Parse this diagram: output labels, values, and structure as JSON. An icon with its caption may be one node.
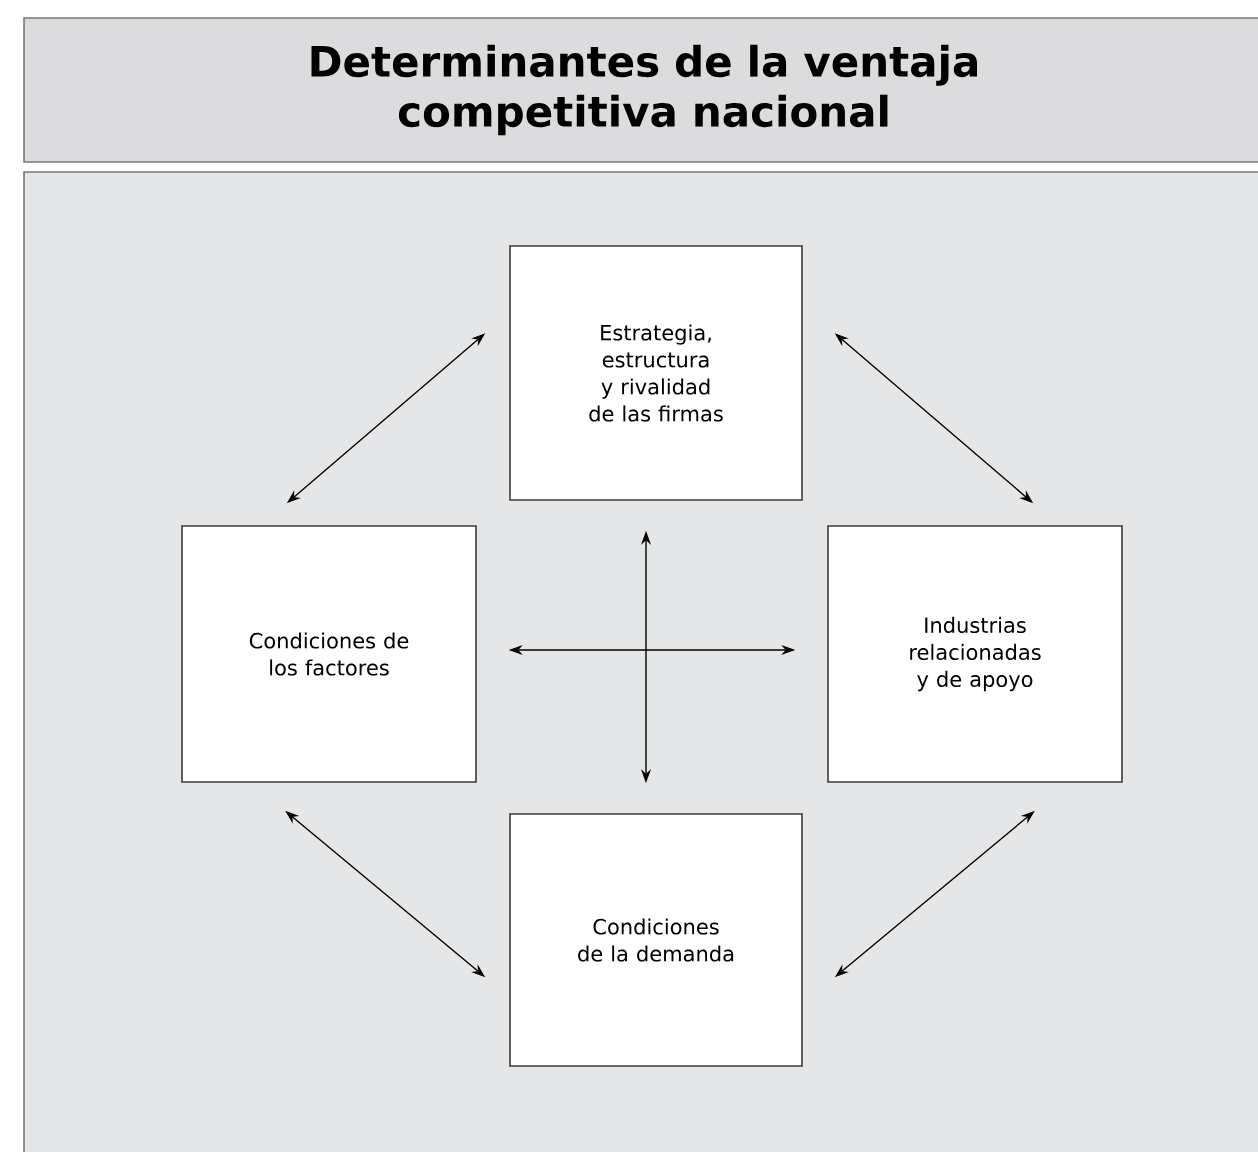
{
  "diagram": {
    "title": "Determinantes de la ventaja competitiva nacional",
    "nodes": [
      {
        "text": [
          "Estrategia, estructura y rivalidad de las firmas"
        ]
      },
      {
        "text": [
          "Condiciones de los factores"
        ]
      },
      {
        "text": [
          "Industrias relacionadas y de apoyo"
        ]
      },
      {
        "text": [
          "Condiciones de la demanda"
        ]
      }
    ],
    "edges": [
      {
        "from": 0,
        "to": 1,
        "arrow": "both"
      },
      {
        "from": 0,
        "to": 2,
        "arrow": "both"
      },
      {
        "from": 1,
        "to": 2,
        "arrow": "both"
      },
      {
        "from": 0,
        "to": 3,
        "arrow": "both"
      },
      {
        "from": 1,
        "to": 3,
        "arrow": "both"
      },
      {
        "from": 2,
        "to": 3,
        "arrow": "both"
      }
    ]
  }
}
